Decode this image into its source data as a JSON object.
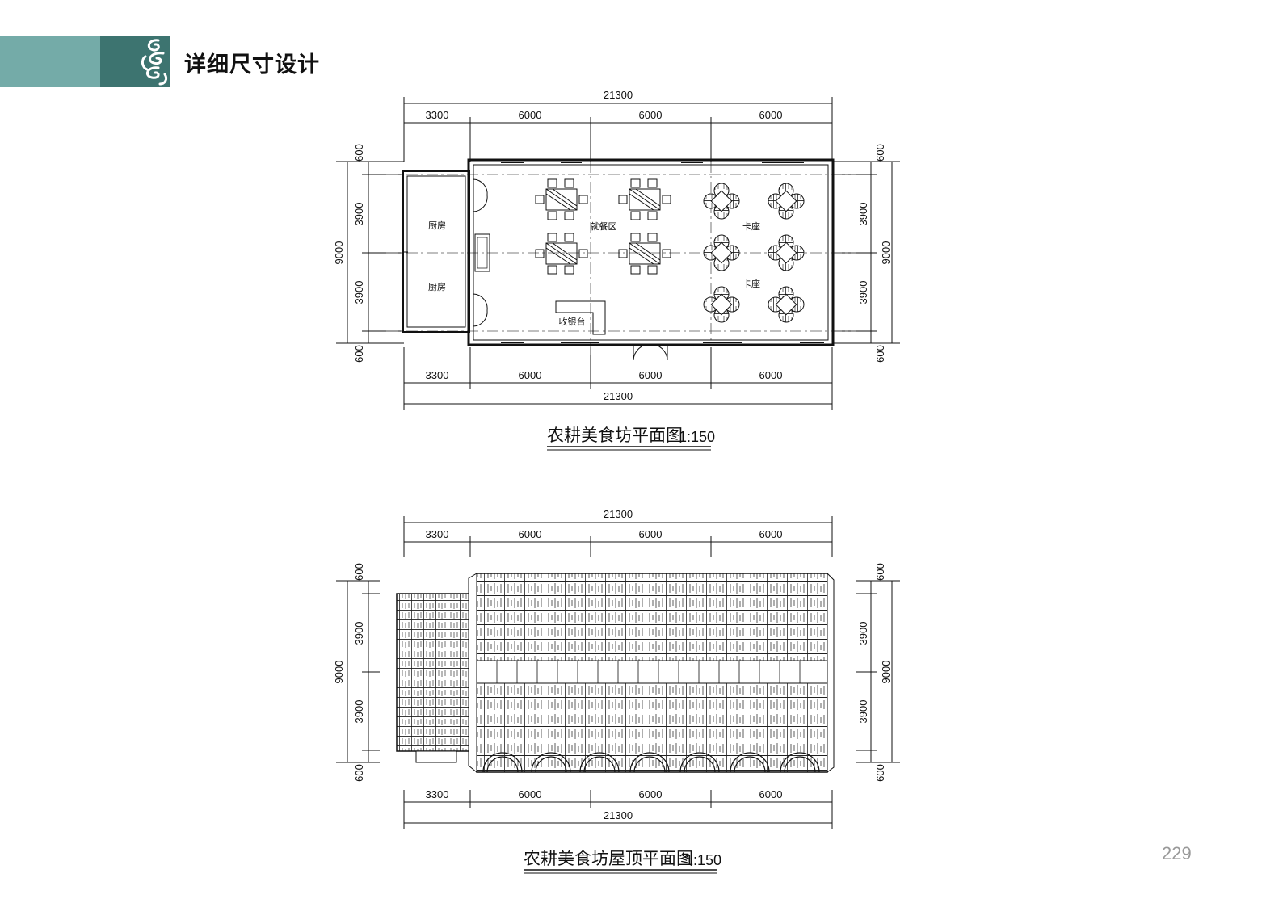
{
  "header": {
    "title": "详细尺寸设计",
    "logo_icon": "cloud-ornament-icon",
    "band_color": "#74aba8",
    "band_dark_color": "#3d7470"
  },
  "page_number": "229",
  "floor_plan": {
    "caption": "农耕美食坊平面图",
    "scale": "1:150",
    "dims": {
      "total": "21300",
      "top_segments": [
        "3300",
        "6000",
        "6000",
        "6000"
      ],
      "left_total": "9000",
      "left_segments": [
        "600",
        "3900",
        "3900",
        "600"
      ],
      "right_total": "9000",
      "right_segments": [
        "600",
        "3900",
        "3900",
        "600"
      ],
      "bottom_segments": [
        "3300",
        "6000",
        "6000",
        "6000"
      ],
      "bottom_total": "21300"
    },
    "rooms": {
      "kitchen_1": "厨房",
      "kitchen_2": "厨房",
      "dining_area": "就餐区",
      "booth_1": "卡座",
      "booth_2": "卡座",
      "cashier": "收银台"
    }
  },
  "roof_plan": {
    "caption": "农耕美食坊屋顶平面图",
    "scale": "1:150",
    "dims": {
      "total": "21300",
      "top_segments": [
        "3300",
        "6000",
        "6000",
        "6000"
      ],
      "left_total": "9000",
      "left_segments": [
        "600",
        "3900",
        "3900",
        "600"
      ],
      "right_total": "9000",
      "right_segments": [
        "600",
        "3900",
        "3900",
        "600"
      ],
      "bottom_segments": [
        "3300",
        "6000",
        "6000",
        "6000"
      ],
      "bottom_total": "21300"
    }
  }
}
